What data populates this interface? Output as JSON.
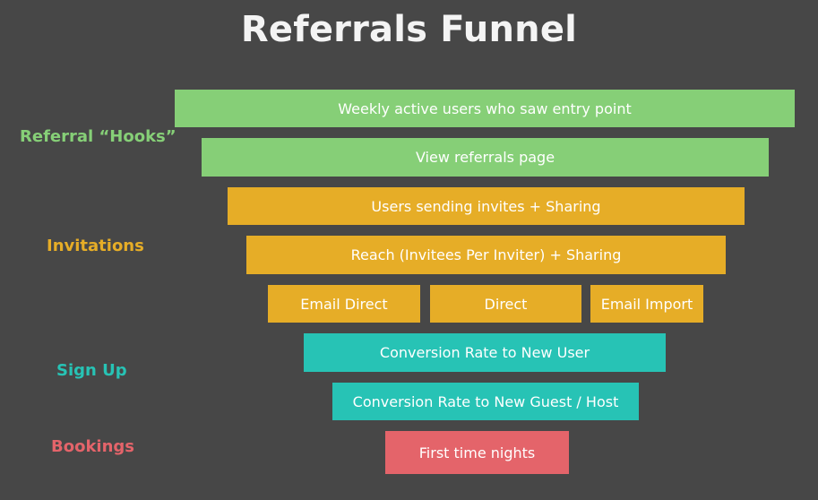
{
  "title": "Referrals Funnel",
  "colors": {
    "background": "#474747",
    "hooks": "#86cf77",
    "invitations": "#e6ad27",
    "sign_up": "#27c3b5",
    "bookings": "#e4646a"
  },
  "stages": {
    "hooks": "Referral “Hooks”",
    "invitations": "Invitations",
    "sign_up": "Sign Up",
    "bookings": "Bookings"
  },
  "bars": {
    "weekly_active": "Weekly active users who saw entry point",
    "view_referrals": "View referrals page",
    "users_sending": "Users sending invites + Sharing",
    "reach": "Reach (Invitees Per Inviter) + Sharing",
    "email_direct": "Email Direct",
    "direct": "Direct",
    "email_import": "Email Import",
    "conversion_new_user": "Conversion Rate to New User",
    "conversion_guest_host": "Conversion Rate to New Guest / Host",
    "first_time_nights": "First time nights"
  }
}
